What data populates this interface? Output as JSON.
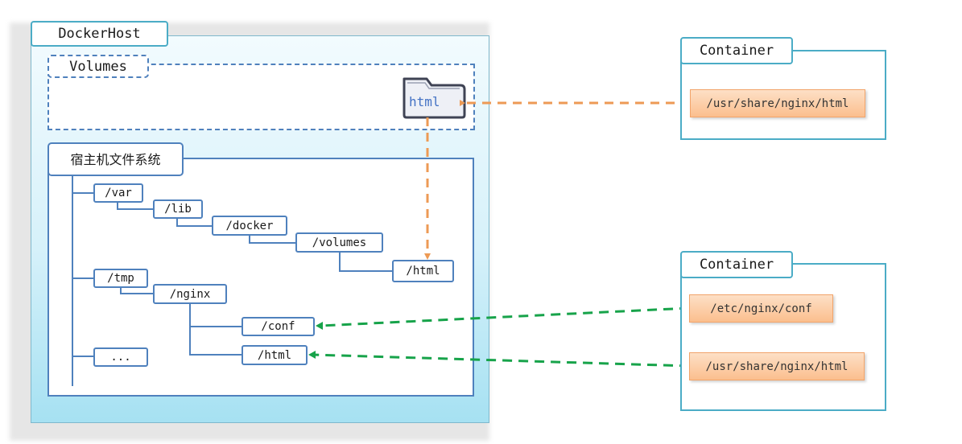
{
  "host": {
    "title": "DockerHost"
  },
  "volumes": {
    "title": "Volumes",
    "folder_label": "html"
  },
  "filesystem": {
    "title": "宿主机文件系统",
    "nodes": {
      "var": "/var",
      "lib": "/lib",
      "docker": "/docker",
      "volumes": "/volumes",
      "html_vol": "/html",
      "tmp": "/tmp",
      "nginx": "/nginx",
      "conf": "/conf",
      "html_tmp": "/html",
      "more": "..."
    }
  },
  "containers": [
    {
      "title": "Container",
      "paths": [
        "/usr/share/nginx/html"
      ]
    },
    {
      "title": "Container",
      "paths": [
        "/etc/nginx/conf",
        "/usr/share/nginx/html"
      ]
    }
  ],
  "colors": {
    "volume_link": "#ed9a55",
    "bind_link": "#17a34a",
    "tree": "#4f81bd",
    "container_border": "#4bacc6"
  }
}
